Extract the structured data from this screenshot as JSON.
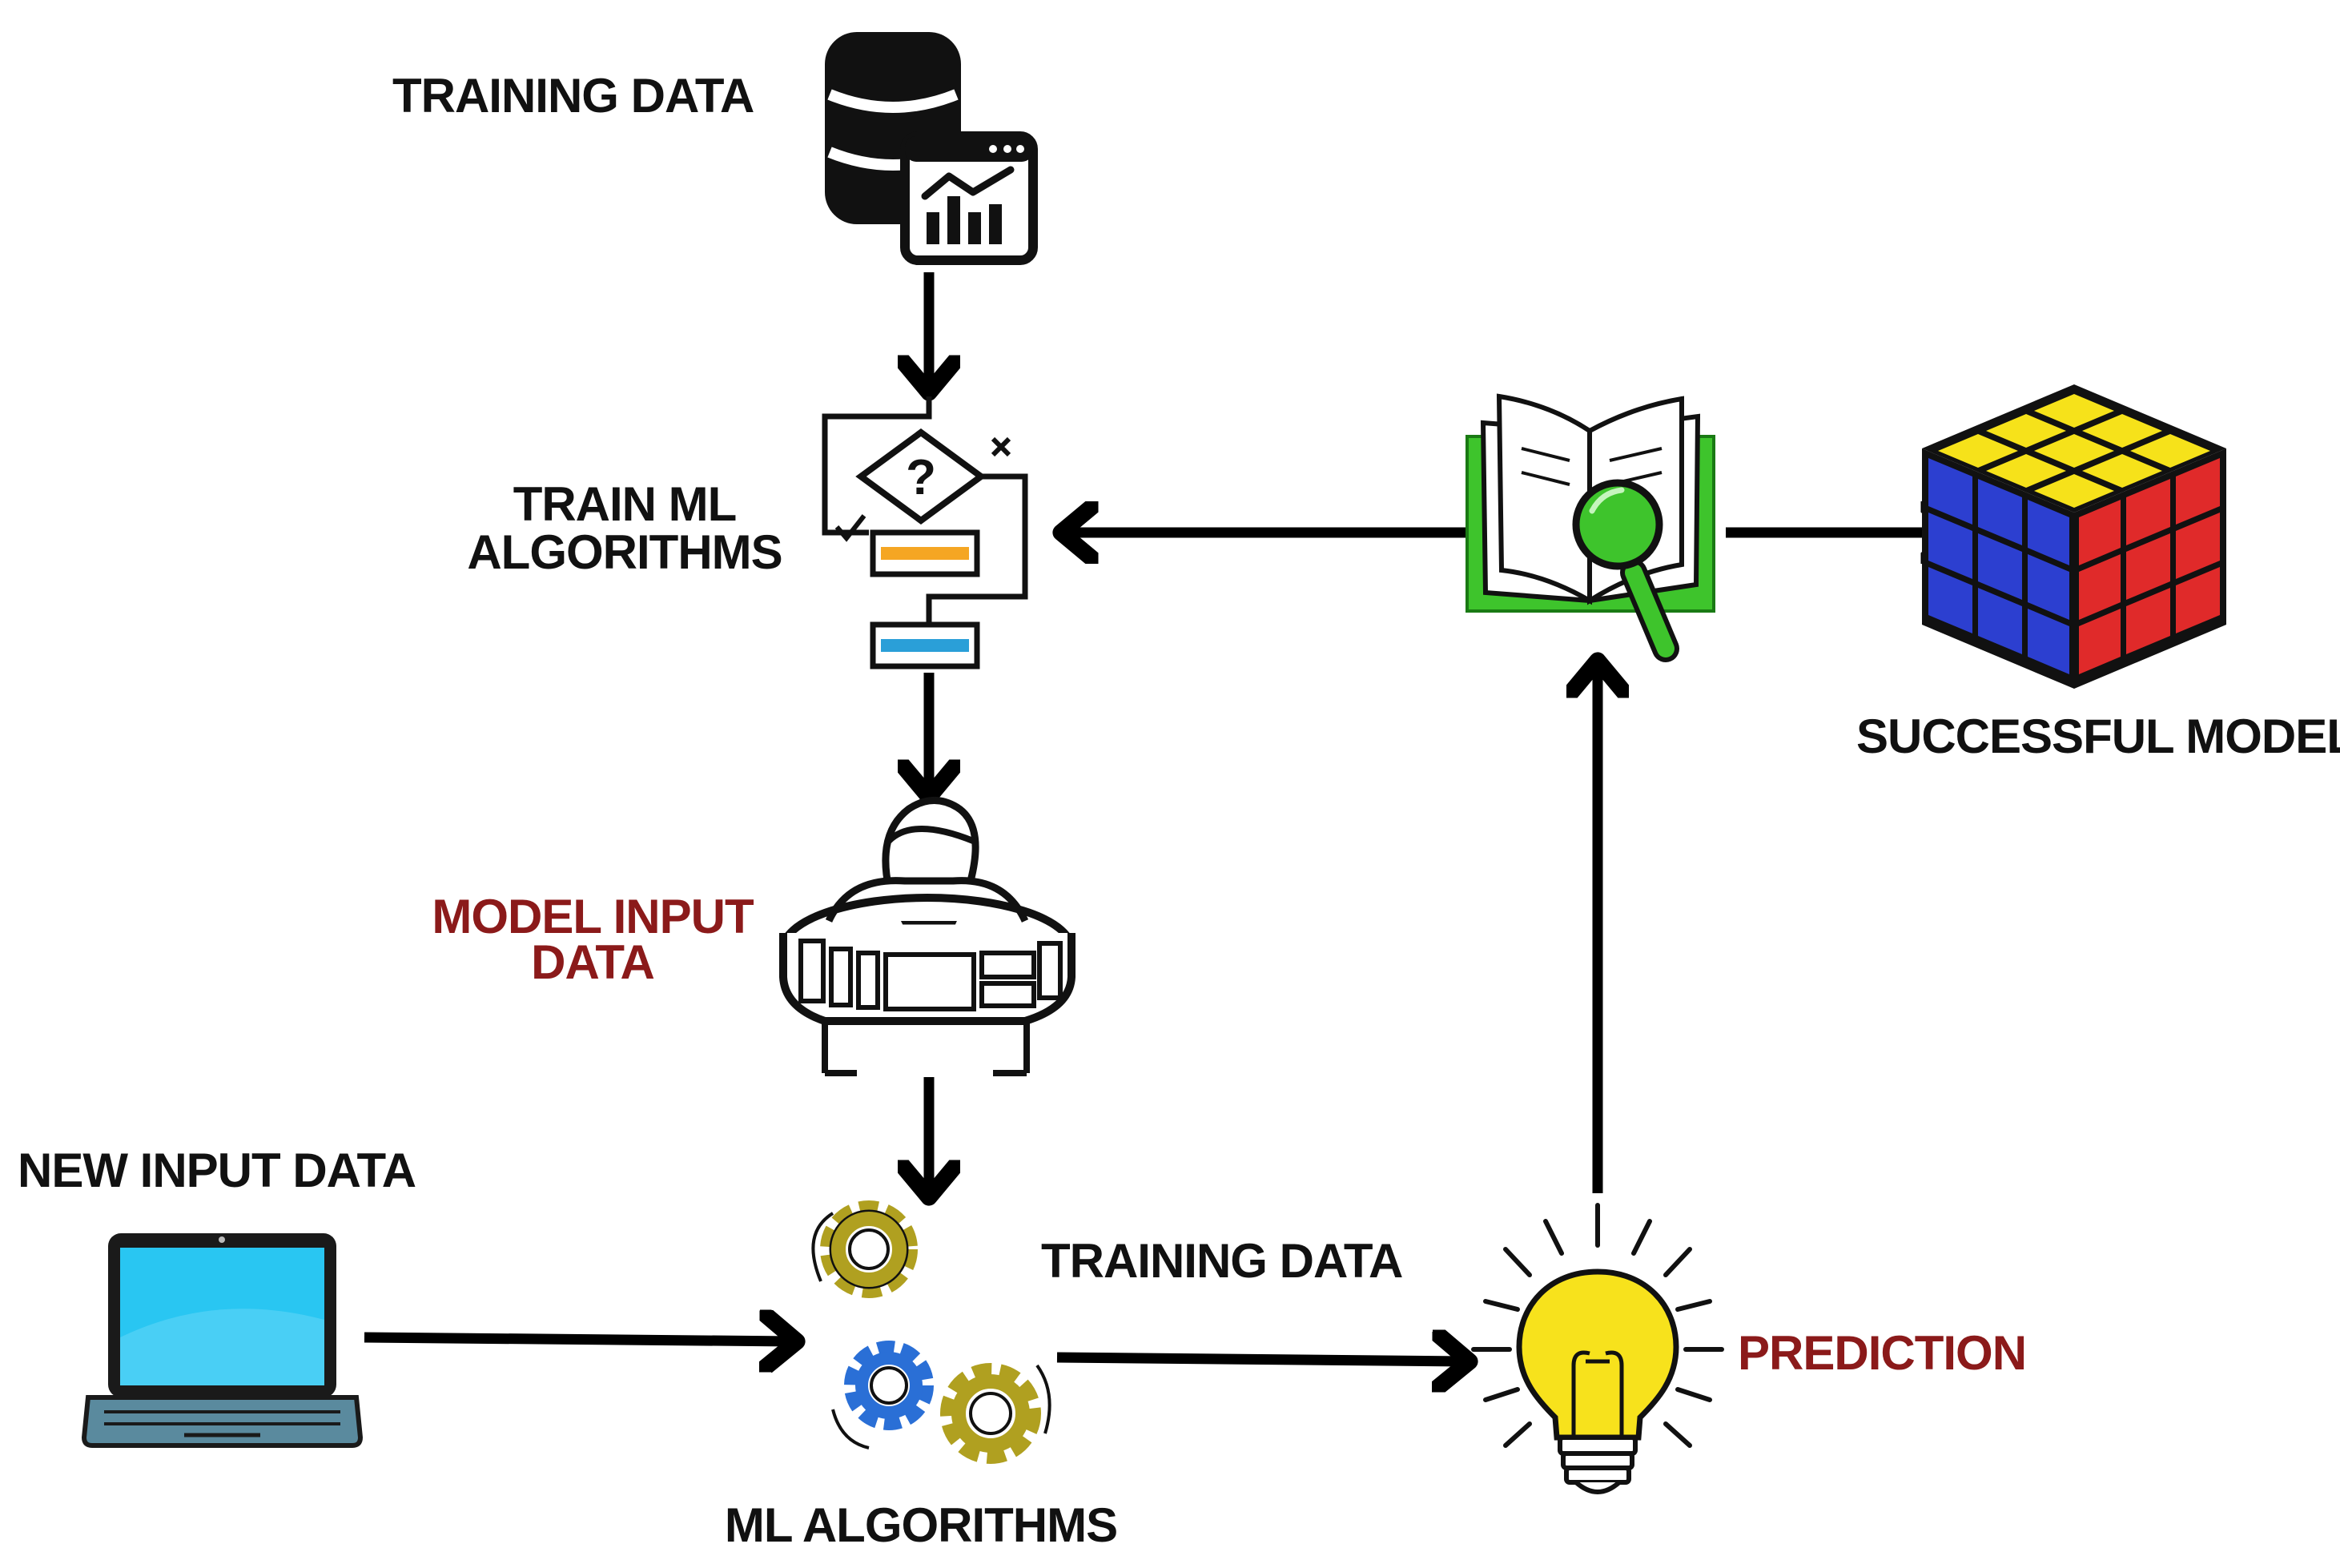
{
  "labels": {
    "training_data_top": "TRAINING DATA",
    "train_ml_line1": "TRAIN ML",
    "train_ml_line2": "ALGORITHMS",
    "model_input_line1": "MODEL INPUT",
    "model_input_line2": "DATA",
    "new_input_data": "NEW INPUT DATA",
    "training_data_bottom": "TRAINING DATA",
    "ml_algorithms": "ML ALGORITHMS",
    "prediction": "PREDICTION",
    "successful_model": "SUCCESSFUL MODEL"
  },
  "icons": {
    "database": "database-chart-icon",
    "flowchart": "decision-flowchart-icon",
    "user": "user-with-screens-icon",
    "laptop": "laptop-icon",
    "gears": "gears-icon",
    "lightbulb": "lightbulb-icon",
    "book": "book-magnifier-icon",
    "cube": "rubiks-cube-icon"
  },
  "colors": {
    "text": "#111111",
    "accent_red": "#8b1a1a",
    "orange_bar": "#f5a623",
    "blue_bar": "#2a9fd8",
    "laptop_screen": "#29c6f2",
    "gear_olive": "#b0a020",
    "gear_blue": "#2a6fd6",
    "bulb_yellow": "#f7e21c",
    "book_green": "#3ec42c",
    "cube_yellow": "#f6e21a",
    "cube_blue": "#2c3fd0",
    "cube_red": "#e02a2a"
  }
}
